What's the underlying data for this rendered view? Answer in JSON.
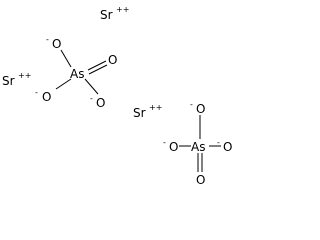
{
  "structure": {
    "strontium_ions": [
      {
        "symbol": "Sr",
        "charge": "++"
      },
      {
        "symbol": "Sr",
        "charge": "++"
      },
      {
        "symbol": "Sr",
        "charge": "++"
      }
    ],
    "arsenate_1": {
      "center": "As",
      "o_top_left": {
        "symbol": "O",
        "charge": "-"
      },
      "o_double_right": {
        "symbol": "O"
      },
      "o_bottom_left": {
        "symbol": "O",
        "charge": "-"
      },
      "o_bottom_right": {
        "symbol": "O",
        "charge": "-"
      }
    },
    "arsenate_2": {
      "center": "As",
      "o_top": {
        "symbol": "O",
        "charge": "-"
      },
      "o_left": {
        "symbol": "O",
        "charge": "-"
      },
      "o_right": {
        "symbol": "O",
        "charge": "-"
      },
      "o_double_bottom": {
        "symbol": "O"
      }
    }
  }
}
